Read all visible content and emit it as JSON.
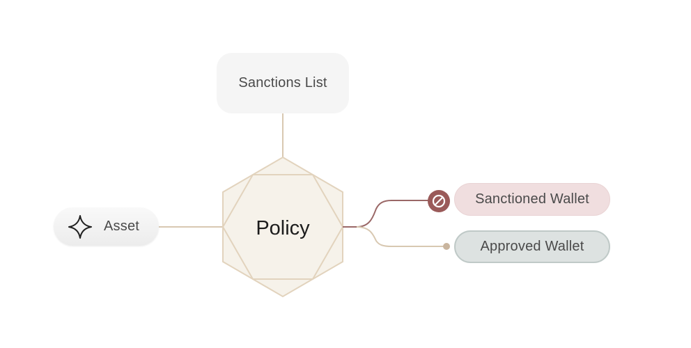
{
  "nodes": {
    "sanctions_list": {
      "label": "Sanctions List"
    },
    "asset": {
      "label": "Asset",
      "icon": "sparkle-icon"
    },
    "policy": {
      "label": "Policy"
    },
    "sanctioned_wallet": {
      "label": "Sanctioned Wallet",
      "badge_icon": "block-icon"
    },
    "approved_wallet": {
      "label": "Approved Wallet"
    }
  },
  "colors": {
    "connector": "#d8c8b1",
    "hexagon_fill": "#f6f2ea",
    "hexagon_stroke": "#e2d3bd",
    "sanctioned_link": "#9a6766",
    "sanctioned_badge": "#9a5a59",
    "sanctioned_fill": "#f0dedf",
    "approved_fill": "#dde2e1",
    "approved_stroke": "#bfc9c7",
    "approved_dot": "#c9b59e"
  }
}
